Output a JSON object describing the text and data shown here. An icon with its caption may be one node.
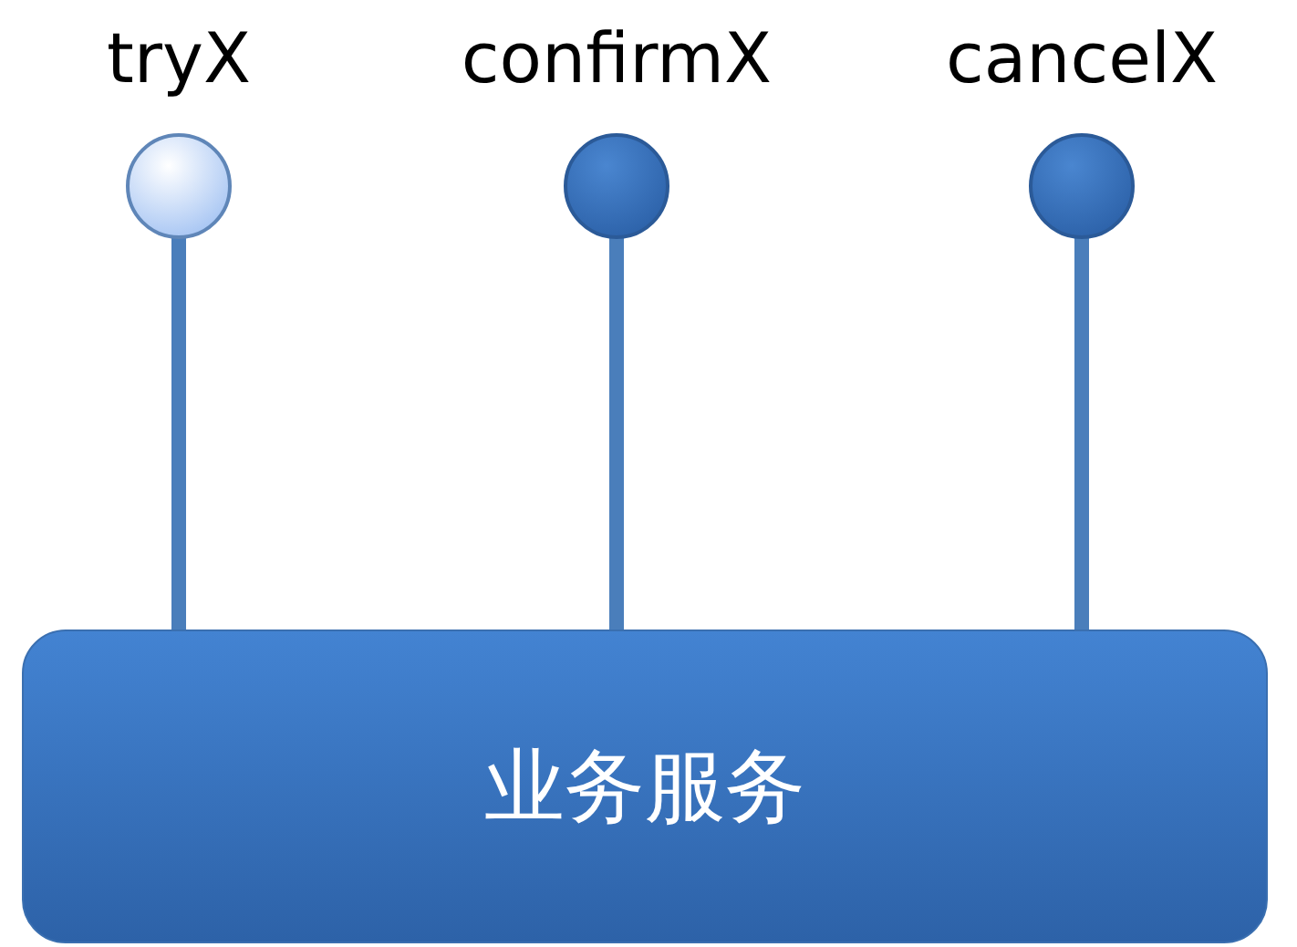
{
  "diagram": {
    "nodes": [
      {
        "text": [
          "tryX"
        ]
      },
      {
        "text": [
          "confirmX"
        ]
      },
      {
        "text": [
          "cancelX"
        ]
      },
      {
        "text": [
          "业务服务"
        ]
      }
    ],
    "edges": [
      {
        "from": 0,
        "to": 3,
        "arrow": "none"
      },
      {
        "from": 1,
        "to": 3,
        "arrow": "none"
      },
      {
        "from": 2,
        "to": 3,
        "arrow": "none"
      }
    ]
  }
}
